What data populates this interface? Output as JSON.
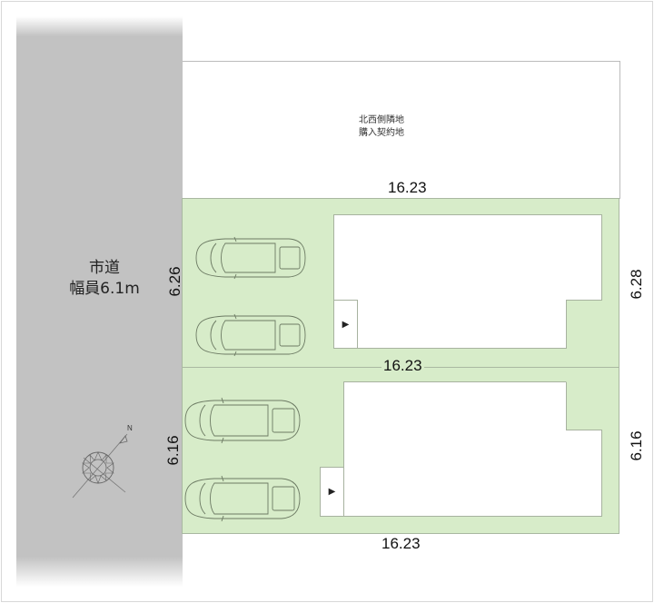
{
  "road": {
    "name": "市道",
    "width_label": "幅員6.1m",
    "color": "#c2c2c2"
  },
  "neighbor": {
    "line1": "北西側隣地",
    "line2": "購入契約地"
  },
  "compass": {
    "north_label": "N"
  },
  "lots": [
    {
      "id": "lot-north",
      "top_width": "16.23",
      "bottom_width": "16.23",
      "left_depth": "6.26",
      "right_depth": "6.28",
      "parking_spaces": 2,
      "entry_marker": "▶"
    },
    {
      "id": "lot-south",
      "top_width": "16.23",
      "bottom_width": "16.23",
      "left_depth": "6.16",
      "right_depth": "6.16",
      "parking_spaces": 2,
      "entry_marker": "▶"
    }
  ],
  "colors": {
    "lot_fill": "#d7ecc9",
    "house_fill": "#ffffff",
    "line": "#a9b8a1"
  }
}
